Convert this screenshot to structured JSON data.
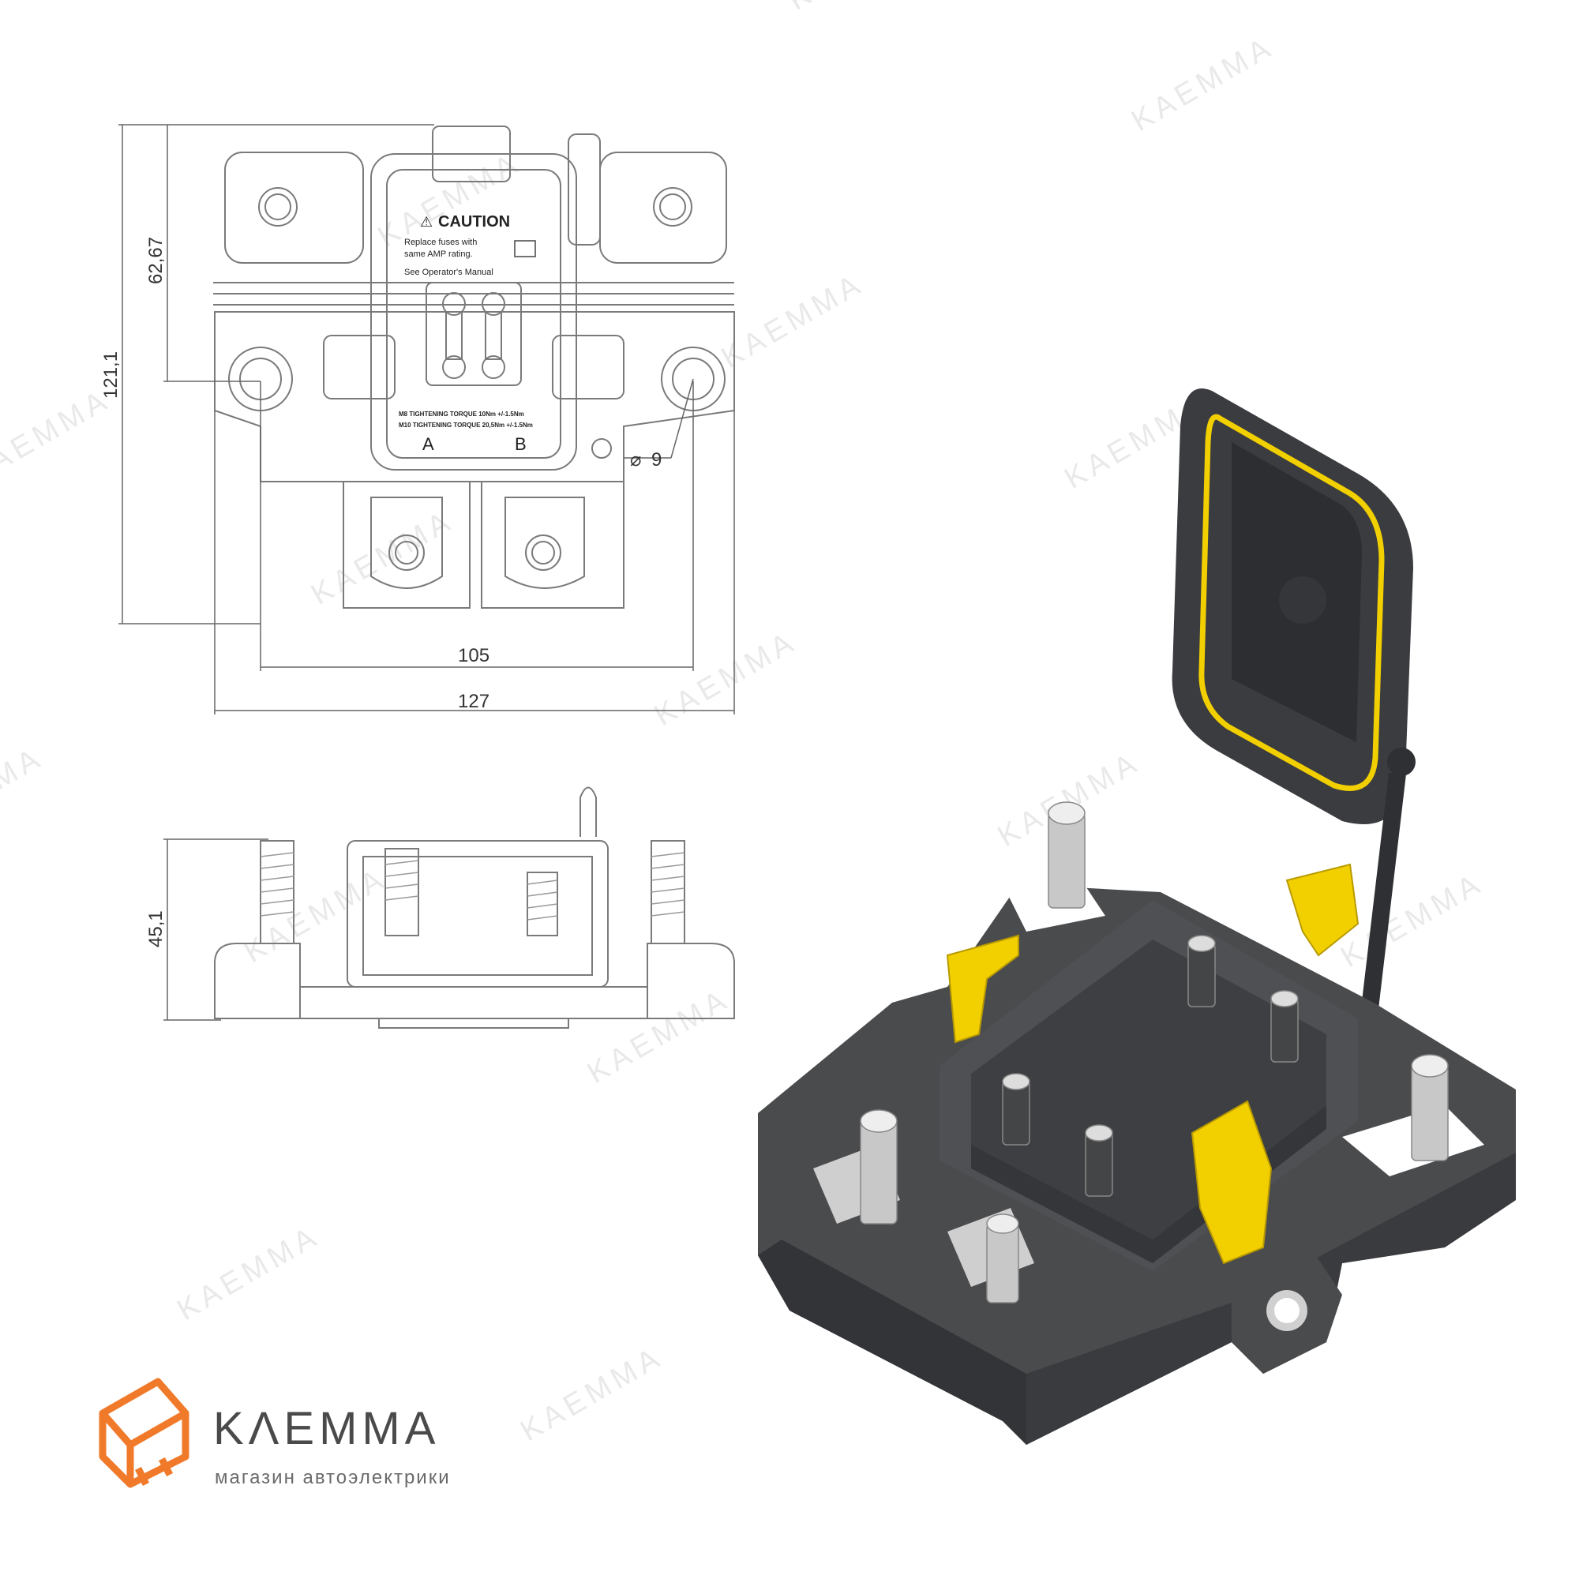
{
  "watermark": "KAEMMA",
  "brand": {
    "name": "KΛEMMA",
    "tagline": "магазин автоэлектрики",
    "accent": "#f07a2a"
  },
  "dimensions": {
    "top_view": {
      "overall_height": "121,1",
      "stud_spacing_vertical": "62,67",
      "stud_spacing_horizontal": "105",
      "overall_width": "127",
      "mount_hole": "9"
    },
    "side_view": {
      "height": "45,1"
    }
  },
  "label": {
    "caution": "CAUTION",
    "line1": "Replace fuses with",
    "line2": "same AMP rating.",
    "manual": "See Operator's Manual",
    "torque1": "M8 TIGHTENING TORQUE 10Nm +/-1.5Nm",
    "torque2": "M10 TIGHTENING TORQUE 20,5Nm +/-1.5Nm",
    "terminal_a": "A",
    "terminal_b": "B"
  },
  "colors": {
    "housing": "#4a4b4d",
    "housing_dark": "#333437",
    "latch": "#f2d000",
    "stud": "#c9c9c9",
    "line": "#7a7a7a"
  }
}
